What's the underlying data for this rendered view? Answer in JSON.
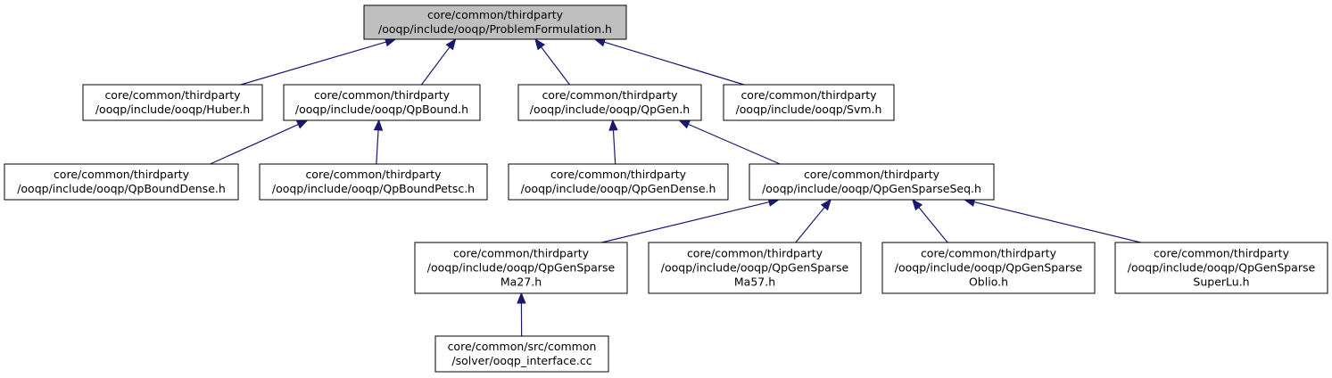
{
  "colors": {
    "root_fill": "#bfbfbf",
    "node_fill": "#ffffff",
    "border": "#000000",
    "edge": "#191970"
  },
  "nodes": {
    "problem_formulation": [
      "core/common/thirdparty",
      "/ooqp/include/ooqp/ProblemFormulation.h"
    ],
    "huber": [
      "core/common/thirdparty",
      "/ooqp/include/ooqp/Huber.h"
    ],
    "qp_bound": [
      "core/common/thirdparty",
      "/ooqp/include/ooqp/QpBound.h"
    ],
    "qp_gen": [
      "core/common/thirdparty",
      "/ooqp/include/ooqp/QpGen.h"
    ],
    "svm": [
      "core/common/thirdparty",
      "/ooqp/include/ooqp/Svm.h"
    ],
    "qp_bound_dense": [
      "core/common/thirdparty",
      "/ooqp/include/ooqp/QpBoundDense.h"
    ],
    "qp_bound_petsc": [
      "core/common/thirdparty",
      "/ooqp/include/ooqp/QpBoundPetsc.h"
    ],
    "qp_gen_dense": [
      "core/common/thirdparty",
      "/ooqp/include/ooqp/QpGenDense.h"
    ],
    "qp_gen_sparse_seq": [
      "core/common/thirdparty",
      "/ooqp/include/ooqp/QpGenSparseSeq.h"
    ],
    "qp_gen_sparse_ma27": [
      "core/common/thirdparty",
      "/ooqp/include/ooqp/QpGenSparse",
      "Ma27.h"
    ],
    "qp_gen_sparse_ma57": [
      "core/common/thirdparty",
      "/ooqp/include/ooqp/QpGenSparse",
      "Ma57.h"
    ],
    "qp_gen_sparse_oblio": [
      "core/common/thirdparty",
      "/ooqp/include/ooqp/QpGenSparse",
      "Oblio.h"
    ],
    "qp_gen_sparse_superlu": [
      "core/common/thirdparty",
      "/ooqp/include/ooqp/QpGenSparse",
      "SuperLu.h"
    ],
    "ooqp_interface": [
      "core/common/src/common",
      "/solver/ooqp_interface.cc"
    ]
  },
  "edges": [
    {
      "from": "huber",
      "to": "problem_formulation"
    },
    {
      "from": "qp_bound",
      "to": "problem_formulation"
    },
    {
      "from": "qp_gen",
      "to": "problem_formulation"
    },
    {
      "from": "svm",
      "to": "problem_formulation"
    },
    {
      "from": "qp_bound_dense",
      "to": "qp_bound"
    },
    {
      "from": "qp_bound_petsc",
      "to": "qp_bound"
    },
    {
      "from": "qp_gen_dense",
      "to": "qp_gen"
    },
    {
      "from": "qp_gen_sparse_seq",
      "to": "qp_gen"
    },
    {
      "from": "qp_gen_sparse_ma27",
      "to": "qp_gen_sparse_seq"
    },
    {
      "from": "qp_gen_sparse_ma57",
      "to": "qp_gen_sparse_seq"
    },
    {
      "from": "qp_gen_sparse_oblio",
      "to": "qp_gen_sparse_seq"
    },
    {
      "from": "qp_gen_sparse_superlu",
      "to": "qp_gen_sparse_seq"
    },
    {
      "from": "ooqp_interface",
      "to": "qp_gen_sparse_ma27"
    }
  ]
}
